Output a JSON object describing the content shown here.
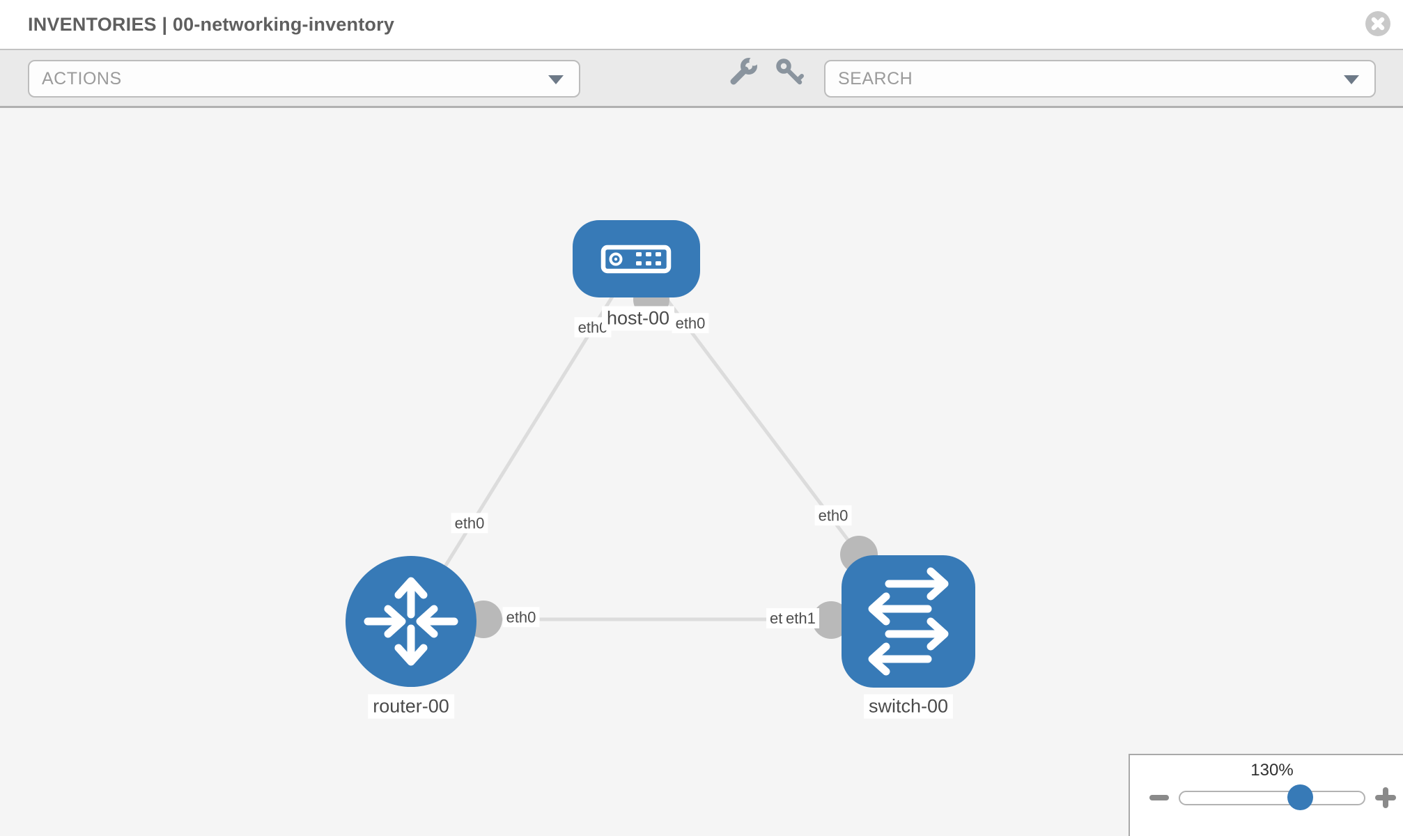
{
  "header": {
    "title": "INVENTORIES | 00-networking-inventory",
    "close_icon": "close"
  },
  "toolbar": {
    "actions_placeholder": "ACTIONS",
    "search_placeholder": "SEARCH",
    "icons": {
      "left_tool": "wrench",
      "right_tool": "key",
      "dropdown": "chevron-down"
    }
  },
  "topology": {
    "nodes": [
      {
        "label": "host-00",
        "type": "host"
      },
      {
        "label": "router-00",
        "type": "router"
      },
      {
        "label": "switch-00",
        "type": "switch"
      }
    ],
    "links": [
      {
        "from": "host-00",
        "from_interface": "eth0",
        "to": "router-00",
        "to_interface": "eth0"
      },
      {
        "from": "host-00",
        "from_interface": "eth0",
        "to": "switch-00",
        "to_interface": "eth0"
      },
      {
        "from": "router-00",
        "from_interface": "eth0",
        "to": "switch-00",
        "to_interface": "eth1",
        "to_interface_overlapped": "eth0"
      }
    ]
  },
  "zoom_control": {
    "level": "130%",
    "minus_icon": "minus",
    "plus_icon": "plus"
  },
  "colors": {
    "node_blue": "#377ab7",
    "link_gray": "#dcdcdc",
    "connector_gray": "#b9b9b9",
    "canvas_bg": "#f5f5f5",
    "toolbar_bg": "#eaeaea"
  }
}
